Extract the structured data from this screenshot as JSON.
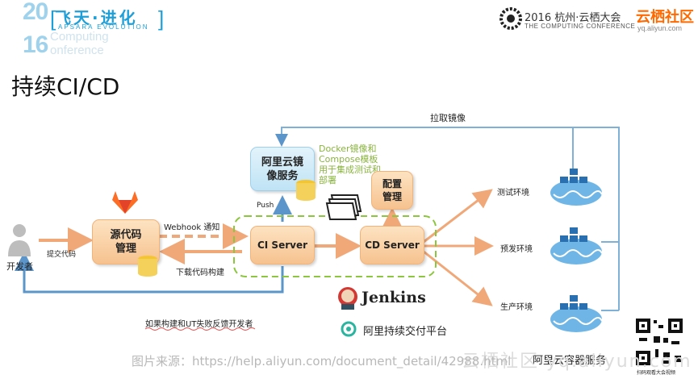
{
  "header": {
    "year_top": "20",
    "year_bottom": "16",
    "computing": "Computing",
    "conference": "onference",
    "apsara_cn": "飞天·进化",
    "apsara_en": "APSARA EVOLUTION",
    "right_title": "2016 杭州·云栖大会",
    "right_subtitle": "THE COMPUTING CONFERENCE",
    "brand": "云栖社区",
    "brand_url": "yq.aliyun.com"
  },
  "page_title": "持续CI/CD",
  "diagram": {
    "developer": "开发者",
    "submit_code": "提交代码",
    "source_repo": "源代码\n管理",
    "webhook": "Webhook 通知",
    "download_build": "下载代码构建",
    "ci_server": "CI Server",
    "cd_server": "CD Server",
    "push": "Push",
    "registry": "阿里云镜\n像服务",
    "registry_note": "Docker镜像和Compose模板用于集成测试和部署",
    "config": "配置\n管理",
    "pull_image": "拉取镜像",
    "test_env": "测试环境",
    "staging_env": "预发环境",
    "prod_env": "生产环境",
    "feedback": "如果构建和UT失败反馈开发者",
    "jenkins": "Jenkins",
    "platform": "阿里持续交付平台",
    "container_service": "阿里云容器服务",
    "qr_caption": "扫码观看大会视频"
  },
  "watermark": "图片来源：https://help.aliyun.com/document_detail/42988.html",
  "watermark2": "云栖社区 yq.aliyun.com",
  "colors": {
    "arrow_orange": "#f0a878",
    "arrow_blue": "#5b95c9",
    "dashed_green": "#8cc63f",
    "node_orange": "#f6c28f",
    "node_blue": "#bfe3f5"
  }
}
